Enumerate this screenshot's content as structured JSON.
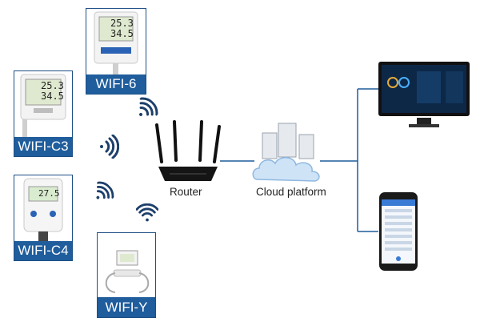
{
  "devices": [
    {
      "label": "WIFI-6",
      "display_top": "25.3",
      "display_bottom": "34.5"
    },
    {
      "label": "WIFI-C3",
      "display_top": "25.3",
      "display_bottom": "34.5"
    },
    {
      "label": "WIFI-C4",
      "display_top": "27.5"
    },
    {
      "label": "WIFI-Y"
    }
  ],
  "nodes": {
    "router_label": "Router",
    "cloud_label": "Cloud platform"
  },
  "colors": {
    "card_border": "#1d4f86",
    "label_fill": "#1f5d9c",
    "line": "#1f5d9c",
    "cloud": "#cfe3f7"
  }
}
